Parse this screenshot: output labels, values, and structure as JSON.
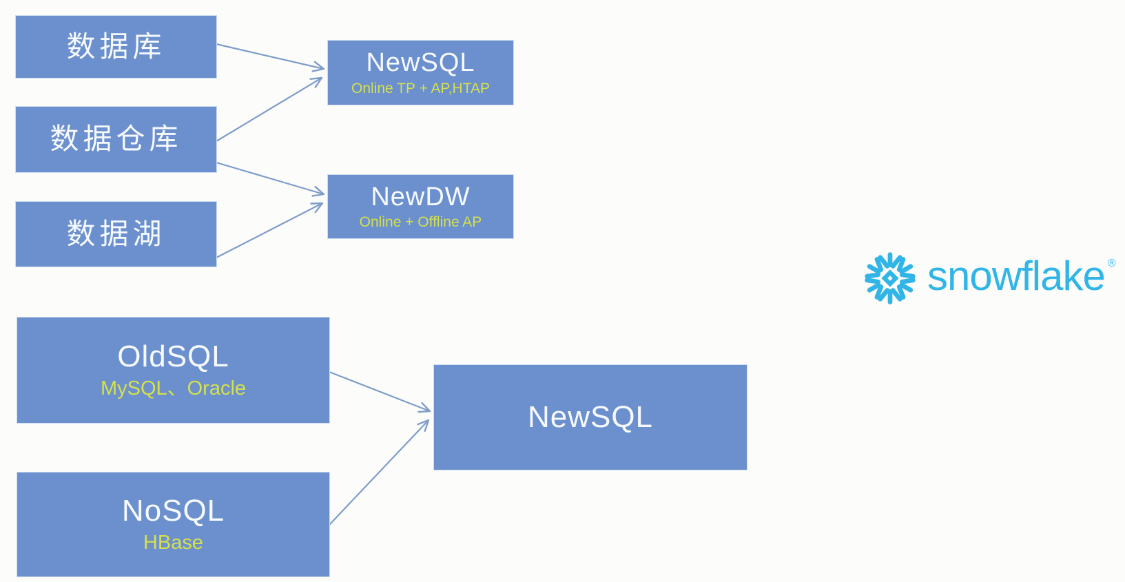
{
  "colors": {
    "box_fill": "#6b90cd",
    "box_border": "#ccdcf0",
    "title_text": "#f7fafd",
    "accent_text": "#d5e04b",
    "arrow": "#7e9dc9",
    "snowflake_blue": "#30b5e6",
    "background": "#fcfcfa"
  },
  "diagram": {
    "nodes": {
      "db": {
        "title": "数据库"
      },
      "dw": {
        "title": "数据仓库"
      },
      "lake": {
        "title": "数据湖"
      },
      "newsql_top": {
        "title": "NewSQL",
        "subtitle": "Online TP + AP,HTAP"
      },
      "newdw": {
        "title": "NewDW",
        "subtitle": "Online + Offline AP"
      },
      "oldsql": {
        "title": "OldSQL",
        "subtitle": "MySQL、Oracle"
      },
      "nosql": {
        "title": "NoSQL",
        "subtitle": "HBase"
      },
      "newsql_big": {
        "title": "NewSQL"
      }
    },
    "edges": [
      {
        "from": "db",
        "to": "newsql_top"
      },
      {
        "from": "dw",
        "to": "newsql_top"
      },
      {
        "from": "dw",
        "to": "newdw"
      },
      {
        "from": "lake",
        "to": "newdw"
      },
      {
        "from": "oldsql",
        "to": "newsql_big"
      },
      {
        "from": "nosql",
        "to": "newsql_big"
      }
    ]
  },
  "logo": {
    "icon": "snowflake-icon",
    "brand": "snowflake",
    "registered_mark": "®"
  }
}
